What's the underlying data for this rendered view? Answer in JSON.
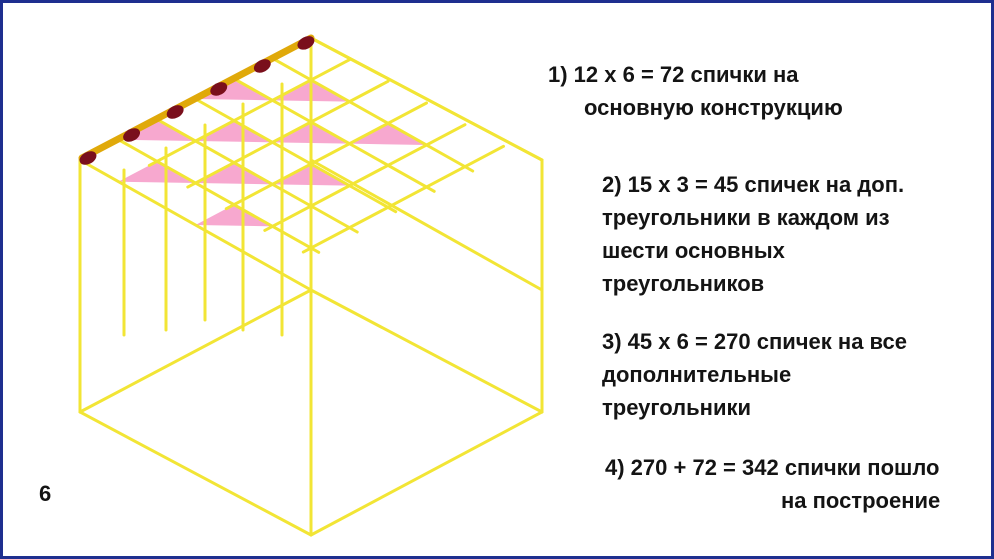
{
  "figure_number": "6",
  "steps": [
    {
      "lines": [
        "1)  12 х 6 = 72 спички на",
        "основную конструкцию"
      ]
    },
    {
      "lines": [
        "2)  15 х 3 = 45 спичек на доп.",
        "треугольники в каждом из",
        "шести основных",
        "треугольников"
      ]
    },
    {
      "lines": [
        "3) 45 х 6 = 270 спичек на все",
        "дополнительные",
        "треугольники"
      ]
    },
    {
      "lines": [
        "4) 270 + 72 = 342 спички пошло",
        "на построение"
      ]
    }
  ],
  "colors": {
    "frame": "#1e2f8f",
    "lines": "#f2e535",
    "triangle_fill": "#f7a8cf",
    "match_stick": "#e0a90a",
    "match_head": "#7a0f1c",
    "text": "#141414"
  }
}
